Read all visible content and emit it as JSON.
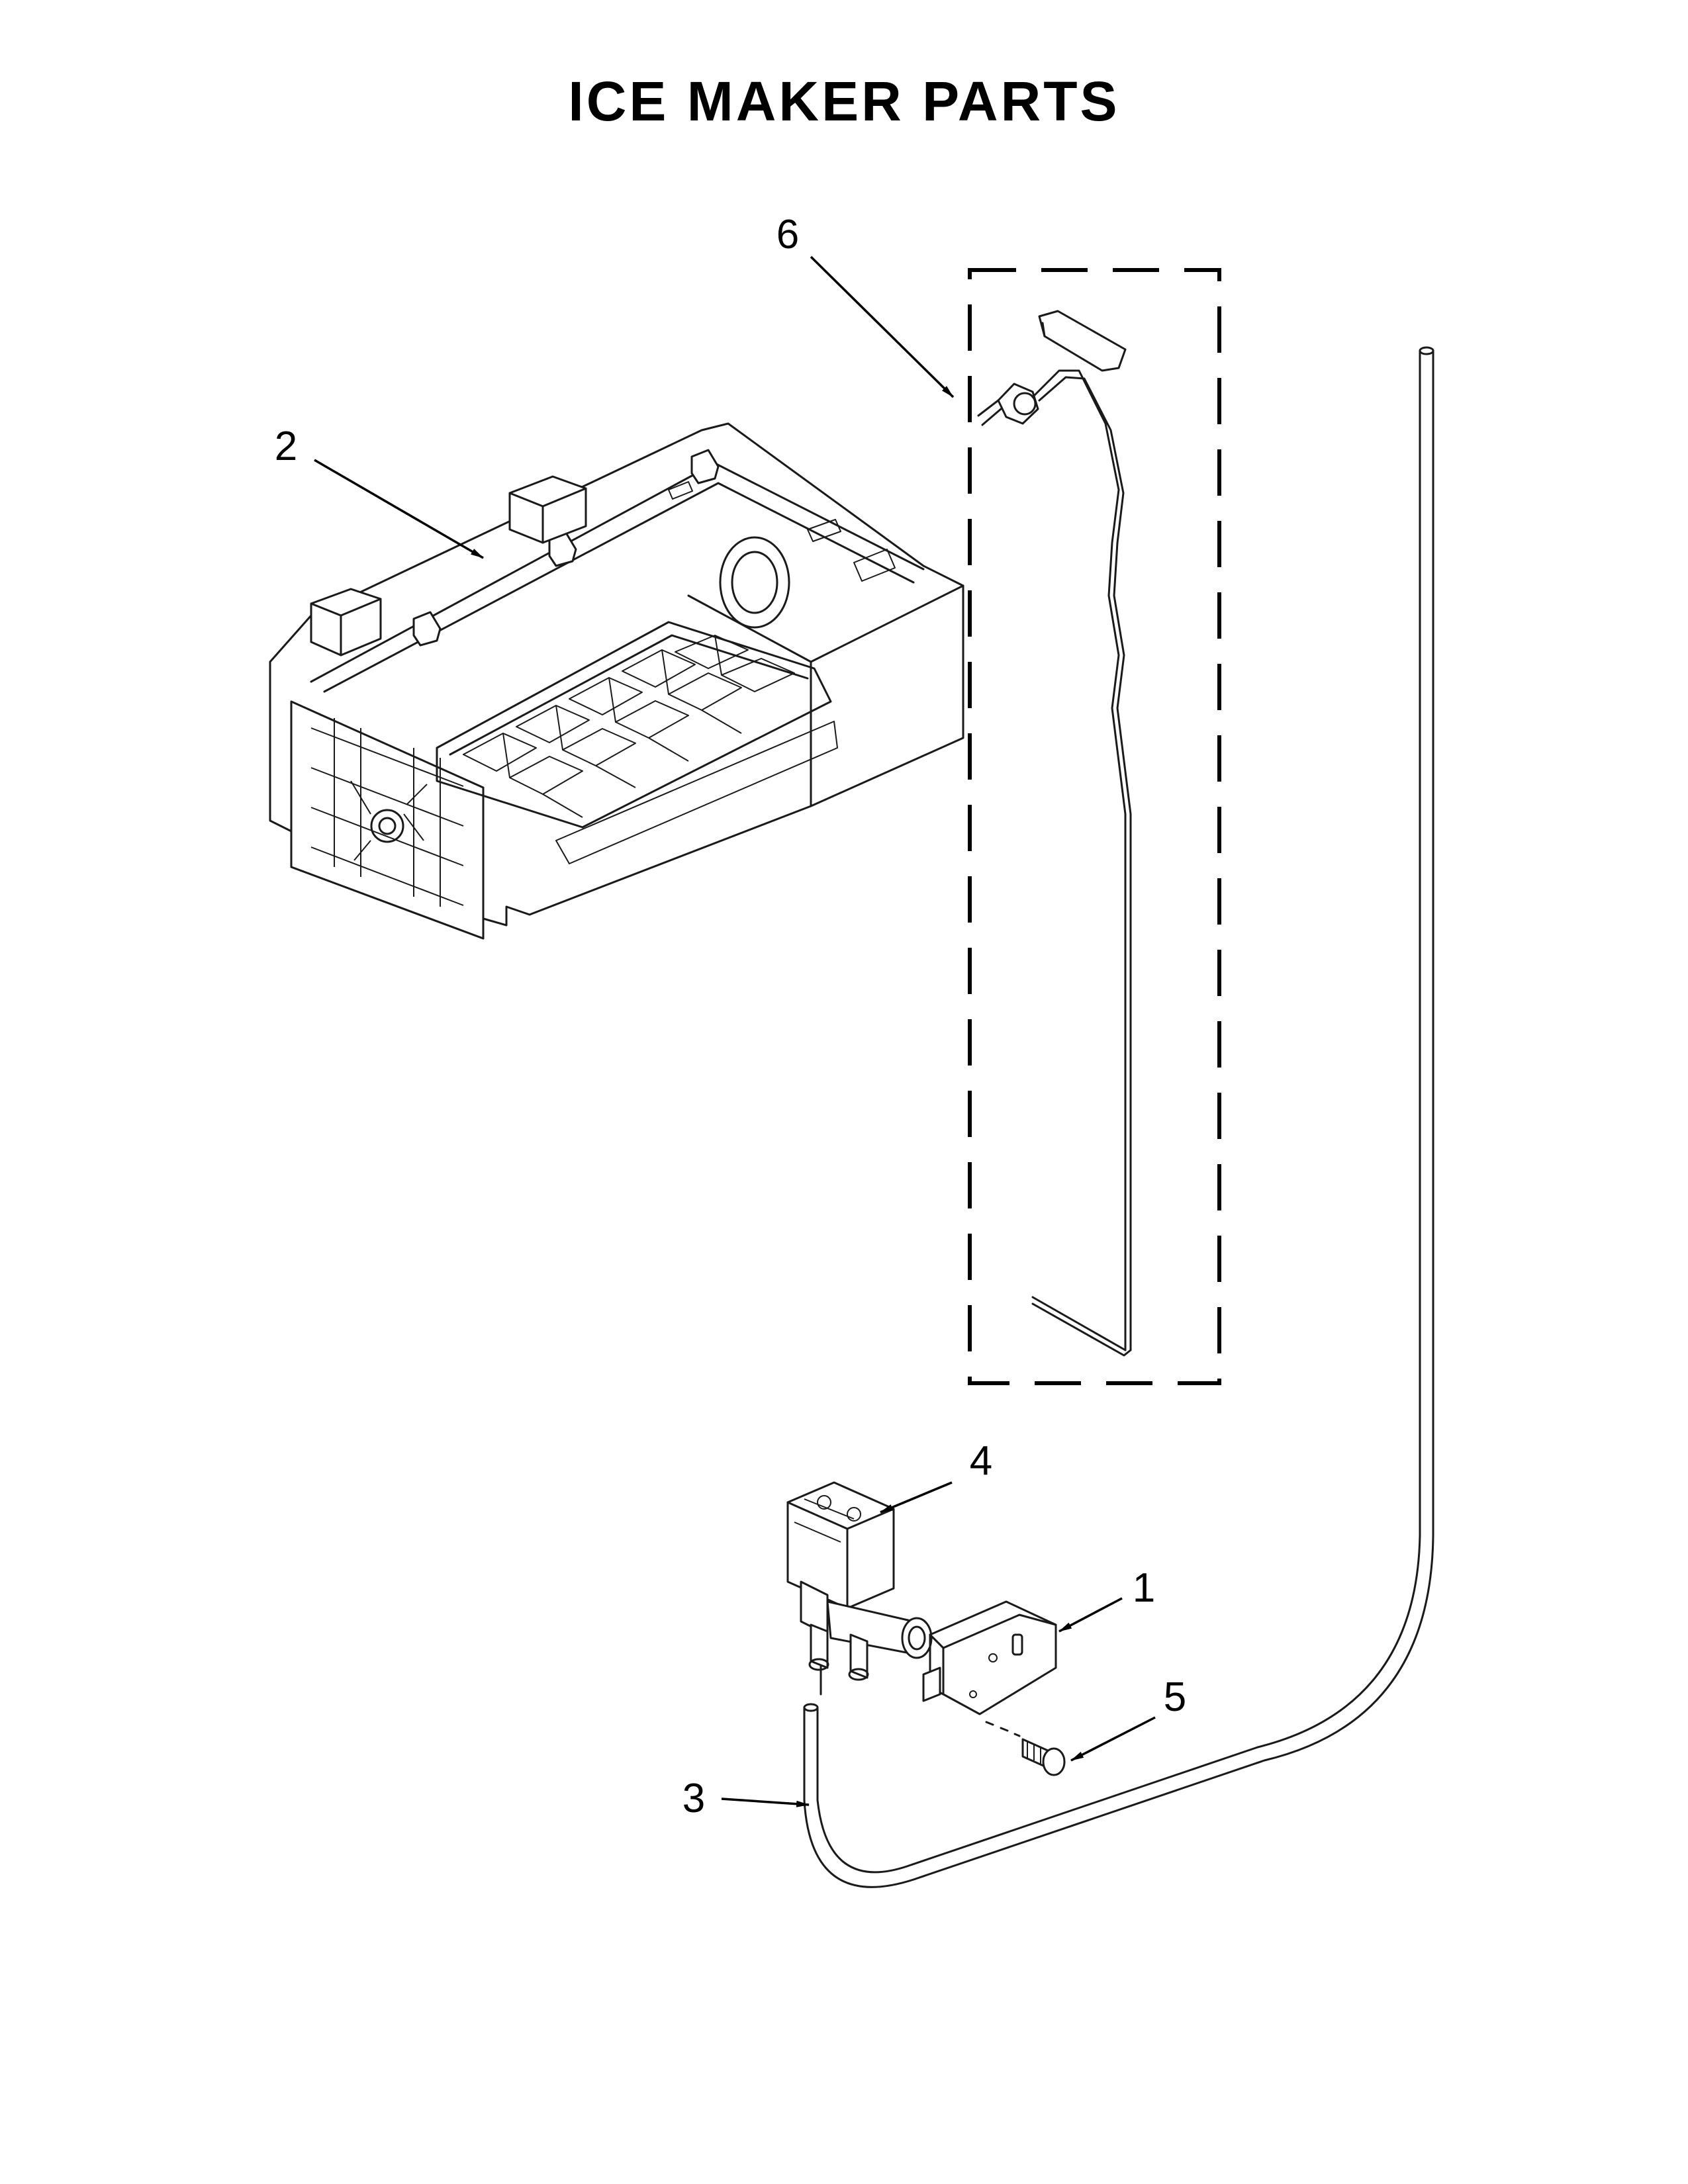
{
  "title": "ICE MAKER PARTS",
  "callouts": [
    "1",
    "2",
    "3",
    "4",
    "5",
    "6"
  ]
}
